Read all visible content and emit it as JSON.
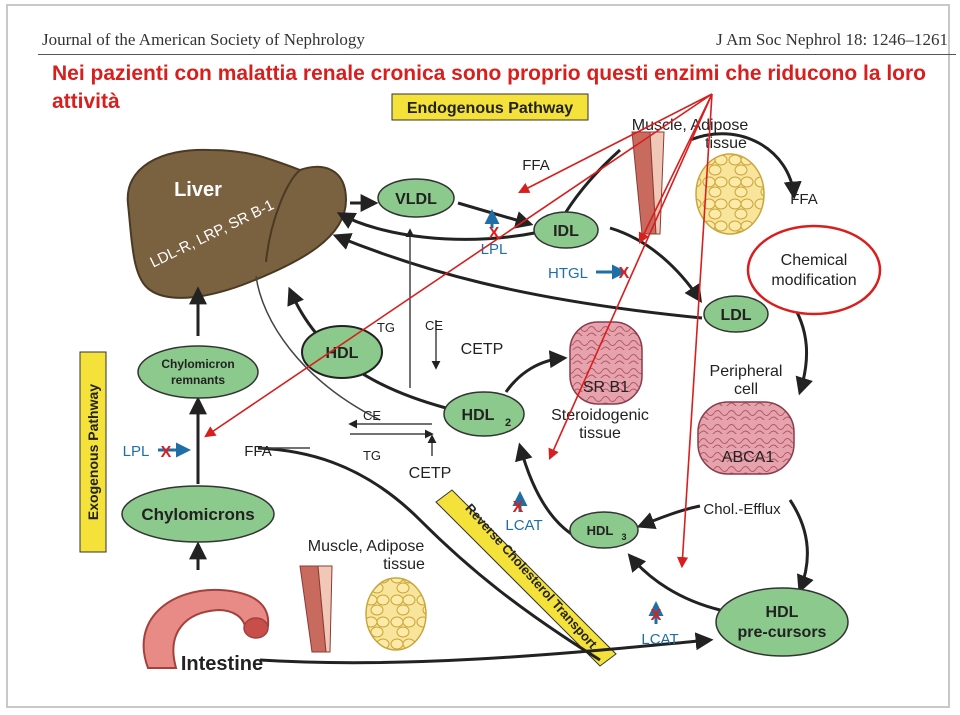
{
  "header": {
    "journal": "Journal of the American Society of Nephrology",
    "citation": "J Am Soc Nephrol 18: 1246–1261"
  },
  "overlay_text": "Nei pazienti con malattia renale cronica sono proprio questi enzimi che riducono la loro attività",
  "pathways": {
    "endogenous": "Endogenous Pathway",
    "exogenous": "Exogenous Pathway",
    "reverse": "Reverse Cholesterol Transport"
  },
  "organs": {
    "liver": "Liver",
    "liver_receptors": "LDL-R, LRP, SR B-1",
    "intestine": "Intestine",
    "muscle_top_1": "Muscle, Adipose",
    "muscle_top_2": "tissue",
    "muscle_bottom_1": "Muscle, Adipose",
    "muscle_bottom_2": "tissue",
    "sr_b1": "SR B1",
    "steroid_1": "Steroidogenic",
    "steroid_2": "tissue",
    "peripheral_1": "Peripheral",
    "peripheral_2": "cell",
    "abca1": "ABCA1",
    "chemical_1": "Chemical",
    "chemical_2": "modification"
  },
  "particles": {
    "vldl": "VLDL",
    "idl": "IDL",
    "ldl": "LDL",
    "hdl": "HDL",
    "hdl2": "HDL",
    "hdl2_sub": "2",
    "hdl3": "HDL",
    "hdl3_sub": "3",
    "hdl_precursors_1": "HDL",
    "hdl_precursors_2": "pre-cursors",
    "chylomicrons": "Chylomicrons",
    "chylo_remnants_1": "Chylomicron",
    "chylo_remnants_2": "remnants"
  },
  "labels": {
    "ffa_top": "FFA",
    "ffa_right": "FFA",
    "ffa_bottom": "FFA",
    "lpl_top": "LPL",
    "lpl_left": "LPL",
    "htgl": "HTGL",
    "tg_top": "TG",
    "ce_top": "CE",
    "cetp_top": "CETP",
    "ce_mid": "CE",
    "tg_mid": "TG",
    "cetp_mid": "CETP",
    "lcat_mid": "LCAT",
    "lcat_bottom": "LCAT",
    "chol_efflux": "Chol.-Efflux"
  },
  "x_mark": "X",
  "colors": {
    "overlay_red": "#d91e1e",
    "particle_green": "#8cc98c",
    "endogenous_yellow": "#f4e23a",
    "liver_brown": "#7a6140",
    "enzyme_blue": "#1f6fa6"
  }
}
